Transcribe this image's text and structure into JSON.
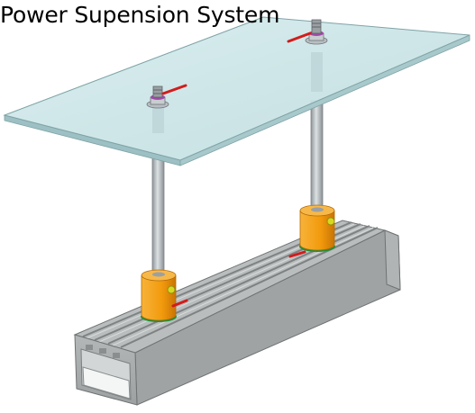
{
  "title": "Power Supension System",
  "colors": {
    "glass_top": "#c6e2e4",
    "glass_edge": "#95b8bb",
    "rail_light": "#c0c4c4",
    "rail_mid": "#a8acac",
    "rail_dark": "#8c9090",
    "rod": "#b6bcc0",
    "coupler": "#f5a10e",
    "coupler_shade": "#d57f06",
    "base_ring": "#1f8f3a",
    "handle": "#d21c1c",
    "knob": "#d7d920",
    "clamp": "#a04aa8"
  },
  "parts": {
    "panel": "glass-panel",
    "rail": "aluminium-rail",
    "supports": [
      "front-support",
      "rear-support"
    ]
  }
}
